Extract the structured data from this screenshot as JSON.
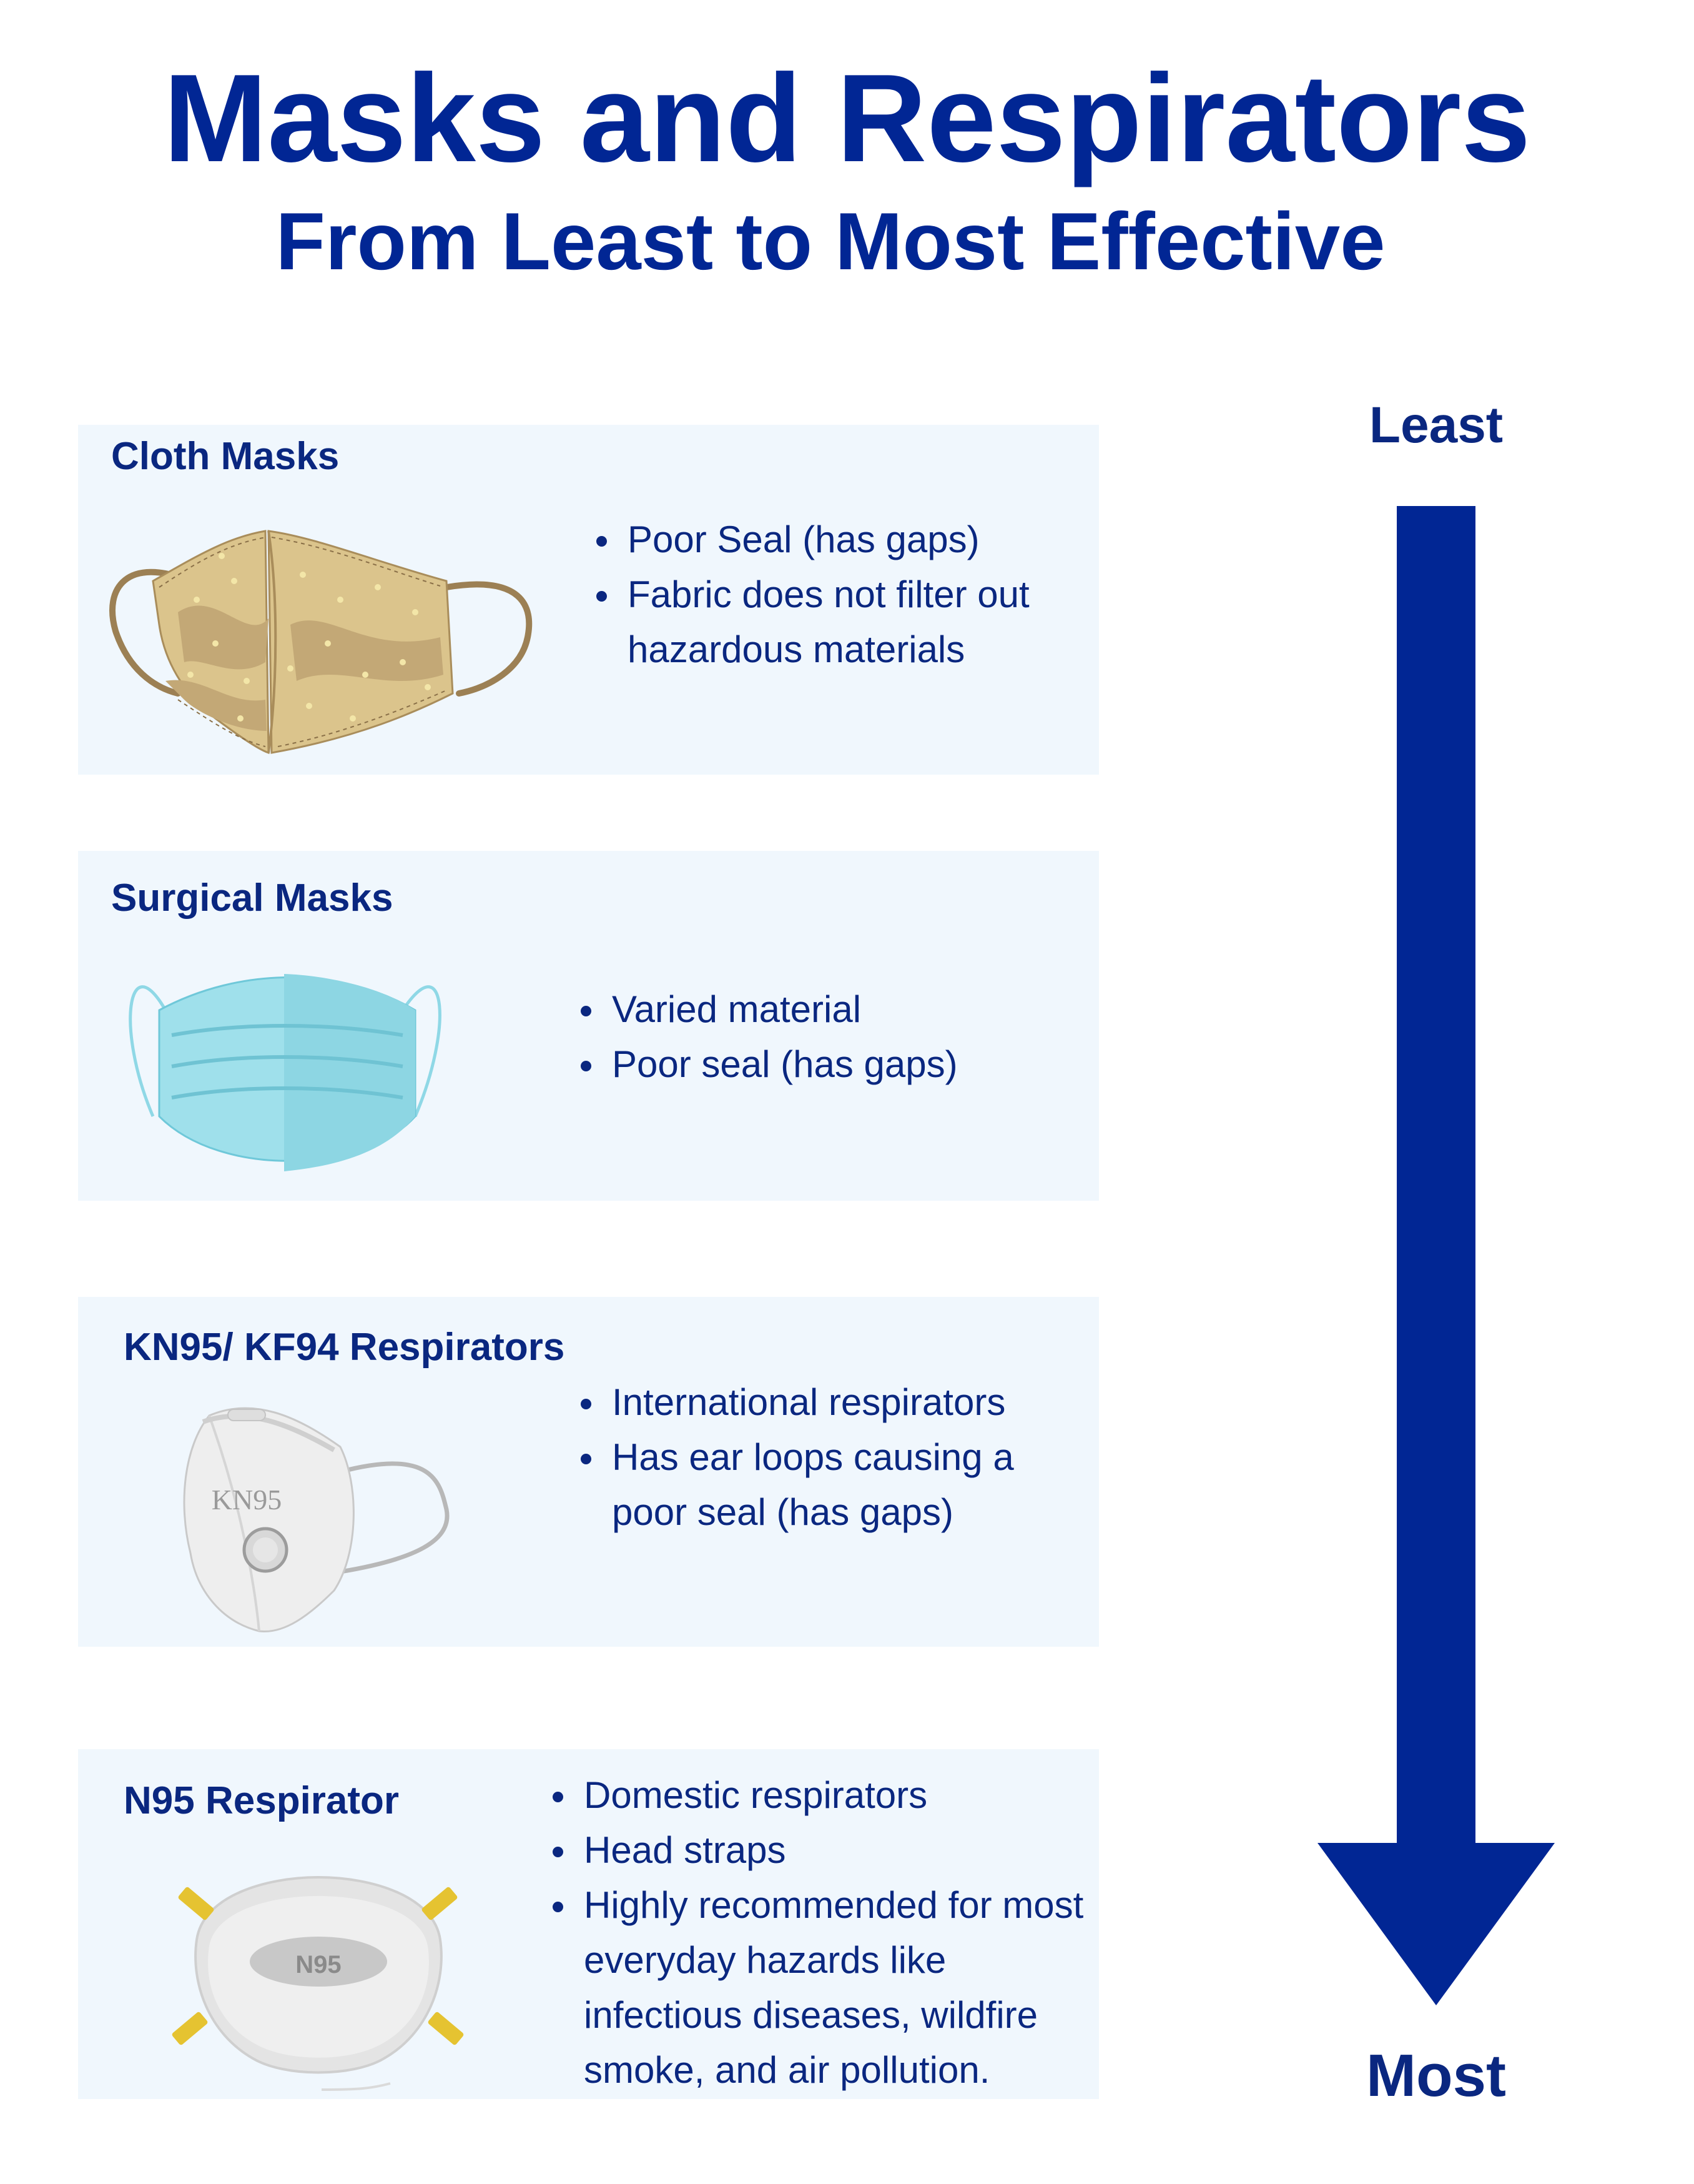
{
  "header": {
    "title": "Masks and Respirators",
    "subtitle": "From Least to Most Effective"
  },
  "scale": {
    "top_label": "Least",
    "bottom_label": "Most",
    "arrow_color": "#012694"
  },
  "cards": [
    {
      "title": "Cloth Masks",
      "icon": "cloth-mask-icon",
      "bullets": [
        "Poor Seal (has gaps)",
        "Fabric does not filter out hazardous materials"
      ]
    },
    {
      "title": "Surgical Masks",
      "icon": "surgical-mask-icon",
      "bullets": [
        "Varied material",
        "Poor seal (has gaps)"
      ]
    },
    {
      "title": "KN95/ KF94 Respirators",
      "icon": "kn95-respirator-icon",
      "icon_text": "KN95",
      "bullets": [
        "International respirators",
        "Has ear loops causing a poor seal (has gaps)"
      ]
    },
    {
      "title": "N95 Respirator",
      "icon": "n95-respirator-icon",
      "icon_text": "N95",
      "bullets": [
        "Domestic respirators",
        "Head straps",
        "Highly recommended for most everyday hazards like infectious diseases, wildfire smoke, and air pollution."
      ]
    }
  ],
  "colors": {
    "primary": "#012694",
    "card_background": "#f0f7fd"
  }
}
